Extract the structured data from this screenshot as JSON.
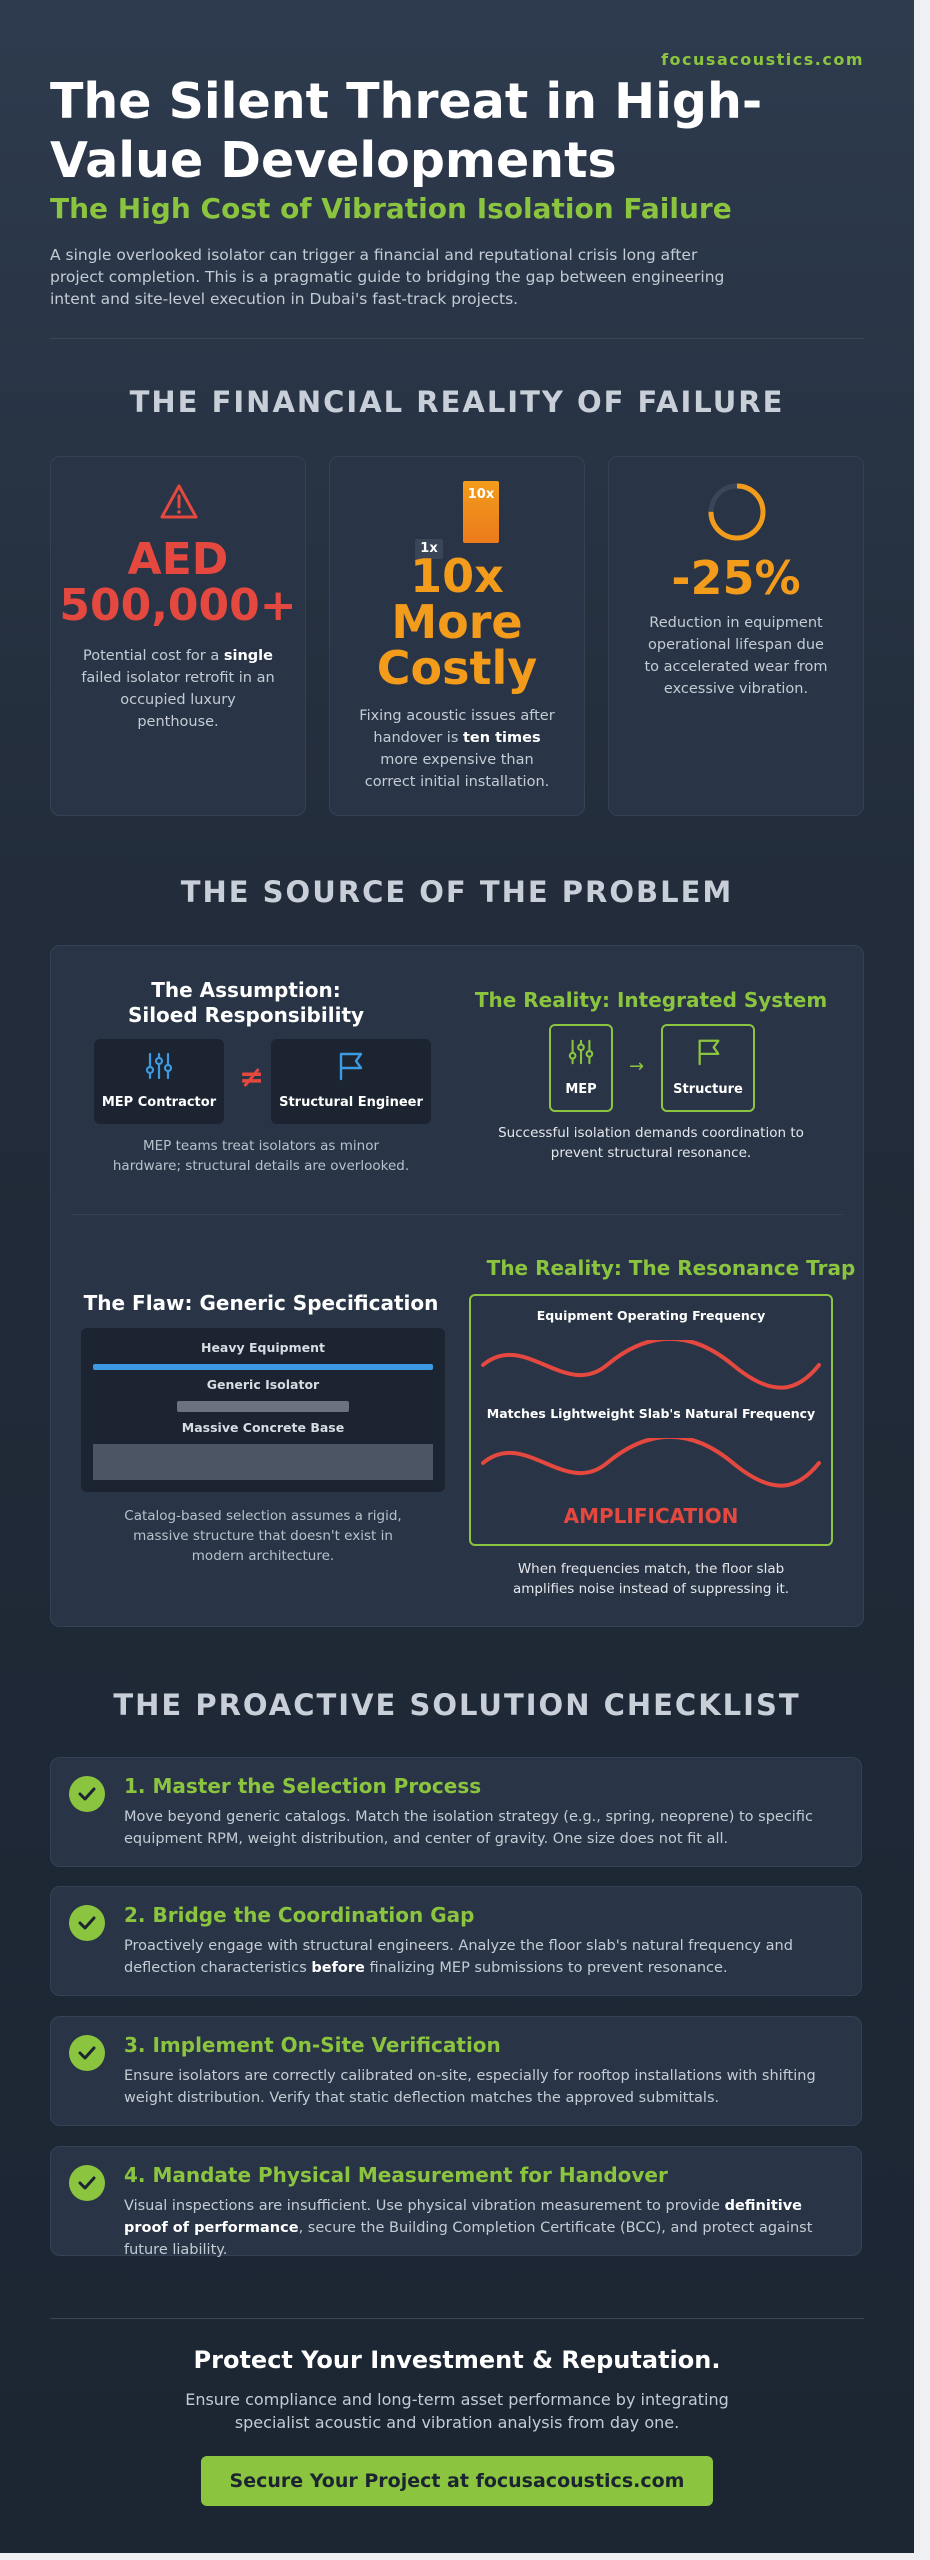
{
  "brand": "focusacoustics.com",
  "hero": {
    "title": "The Silent Threat in High-Value Developments",
    "subtitle": "The High Cost of Vibration Isolation Failure",
    "intro": "A single overlooked isolator can trigger a financial and reputational crisis long after project completion. This is a pragmatic guide to bridging the gap between engineering intent and site-level execution in Dubai's fast-track projects."
  },
  "financial": {
    "title": "THE FINANCIAL REALITY OF FAILURE",
    "card1": {
      "value_line1": "AED",
      "value_line2": "500,000+",
      "desc_1": "Potential cost for a ",
      "desc_bold": "single",
      "desc_2": " failed isolator retrofit in an occupied luxury penthouse."
    },
    "card2": {
      "bar_small_label": "1x",
      "bar_big_label": "10x",
      "value_line1": "10x",
      "value_line2": "More",
      "value_line3": "Costly",
      "desc_1": "Fixing acoustic issues after handover is ",
      "desc_bold": "ten times",
      "desc_2": " more expensive than correct initial installation."
    },
    "card3": {
      "value": "-25%",
      "ring_fraction": 0.75,
      "desc": "Reduction in equipment operational lifespan due to accelerated wear from excessive vibration."
    }
  },
  "source": {
    "title": "THE SOURCE OF THE PROBLEM",
    "assumption": {
      "heading": "The Assumption: Siloed Responsibility",
      "box1": "MEP Contractor",
      "not_equal": "≠",
      "box2": "Structural Engineer",
      "caption": "MEP teams treat isolators as minor hardware; structural details are overlooked."
    },
    "reality1": {
      "heading": "The Reality: Integrated System",
      "box1": "MEP",
      "arrow": "→",
      "box2": "Structure",
      "caption": "Successful isolation demands coordination to prevent structural resonance."
    },
    "flaw": {
      "heading": "The Flaw: Generic Specification",
      "layer1": "Heavy Equipment",
      "layer2": "Generic Isolator",
      "layer3": "Massive Concrete Base",
      "caption": "Catalog-based selection assumes a rigid, massive structure that doesn't exist in modern architecture."
    },
    "reality2": {
      "heading": "The Reality: The Resonance Trap",
      "label1": "Equipment Operating Frequency",
      "label2": "Matches Lightweight Slab's Natural Frequency",
      "amplification": "AMPLIFICATION",
      "caption": "When frequencies match, the floor slab amplifies noise instead of suppressing it."
    }
  },
  "checklist": {
    "title": "THE PROACTIVE SOLUTION CHECKLIST",
    "items": [
      {
        "title": "1. Master the Selection Process",
        "body_1": "Move beyond generic catalogs. Match the isolation strategy (e.g., spring, neoprene) to specific equipment RPM, weight distribution, and center of gravity. One size does not fit all.",
        "bold": "",
        "body_2": ""
      },
      {
        "title": "2. Bridge the Coordination Gap",
        "body_1": "Proactively engage with structural engineers. Analyze the floor slab's natural frequency and deflection characteristics ",
        "bold": "before",
        "body_2": " finalizing MEP submissions to prevent resonance."
      },
      {
        "title": "3. Implement On-Site Verification",
        "body_1": "Ensure isolators are correctly calibrated on-site, especially for rooftop installations with shifting weight distribution. Verify that static deflection matches the approved submittals.",
        "bold": "",
        "body_2": ""
      },
      {
        "title": "4. Mandate Physical Measurement for Handover",
        "body_1": "Visual inspections are insufficient. Use physical vibration measurement to provide ",
        "bold": "definitive proof of performance",
        "body_2": ", secure the Building Completion Certificate (BCC), and protect against future liability."
      }
    ]
  },
  "cta": {
    "title": "Protect Your Investment & Reputation.",
    "text": "Ensure compliance and long-term asset performance by integrating specialist acoustic and vibration analysis from day one.",
    "button": "Secure Your Project at focusacoustics.com"
  },
  "colors": {
    "accent_green": "#8bc53f",
    "danger_red": "#e5483f",
    "warning_orange": "#f39c1b",
    "blue": "#3b9ae1"
  },
  "icons": [
    "warning-triangle-icon",
    "sliders-icon",
    "flag-icon",
    "checkmark-icon",
    "arrow-right-icon"
  ]
}
